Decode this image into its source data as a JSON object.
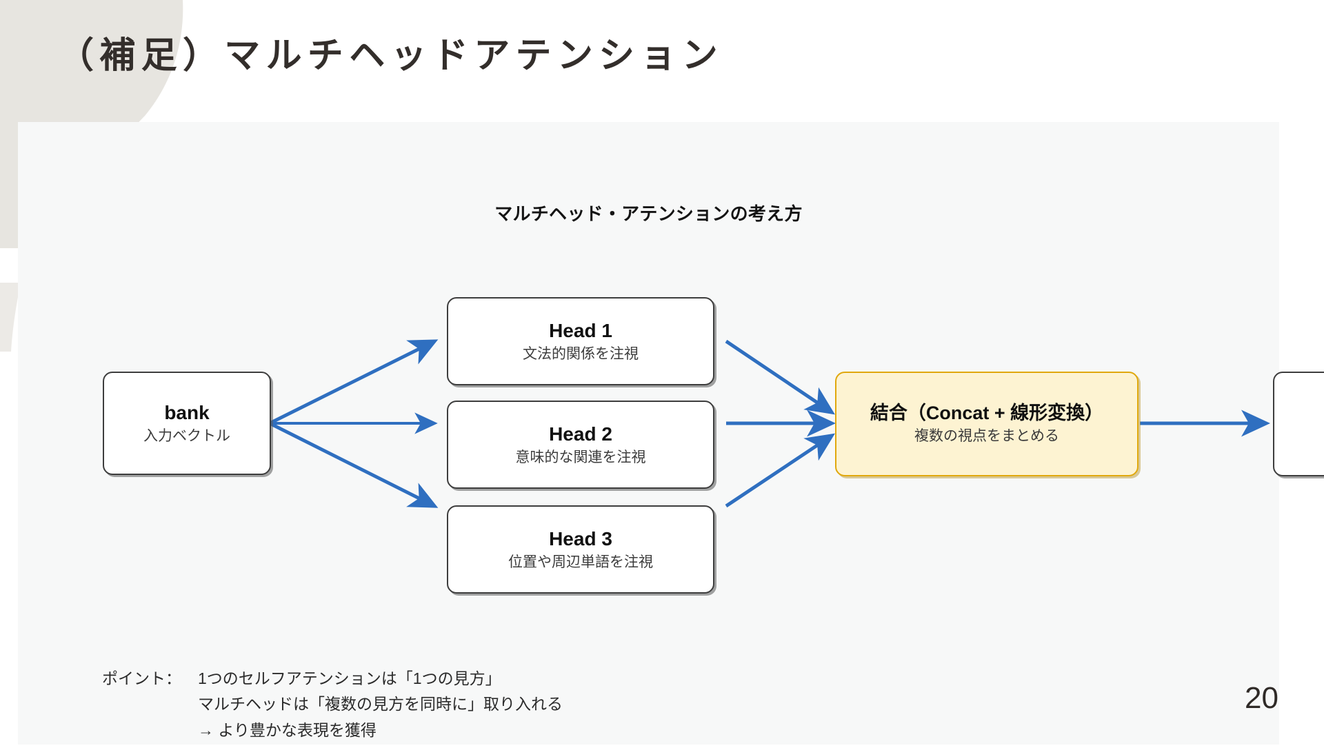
{
  "slide": {
    "title": "（補足）マルチヘッドアテンション",
    "page_number": "20",
    "title_color": "#332e2b",
    "panel_bg": "#f7f8f8",
    "deco_color": "#e7e5e0"
  },
  "diagram": {
    "title": "マルチヘッド・アテンションの考え方",
    "arrow_color": "#2f6fc0",
    "accent_fill": "#fdf3d2",
    "accent_border": "#e0a80d",
    "box_border": "#3d3d3d",
    "input": {
      "title": "bank",
      "subtitle": "入力ベクトル"
    },
    "heads": [
      {
        "title": "Head 1",
        "subtitle": "文法的関係を注視"
      },
      {
        "title": "Head 2",
        "subtitle": "意味的な関連を注視"
      },
      {
        "title": "Head 3",
        "subtitle": "位置や周辺単語を注視"
      }
    ],
    "concat": {
      "title": "結合（Concat + 線形変換）",
      "subtitle": "複数の視点をまとめる"
    }
  },
  "notes": {
    "label": "ポイント：",
    "lines": [
      "1つのセルフアテンションは「1つの見方」",
      "マルチヘッドは「複数の見方を同時に」取り入れる",
      "→ より豊かな表現を獲得"
    ]
  }
}
